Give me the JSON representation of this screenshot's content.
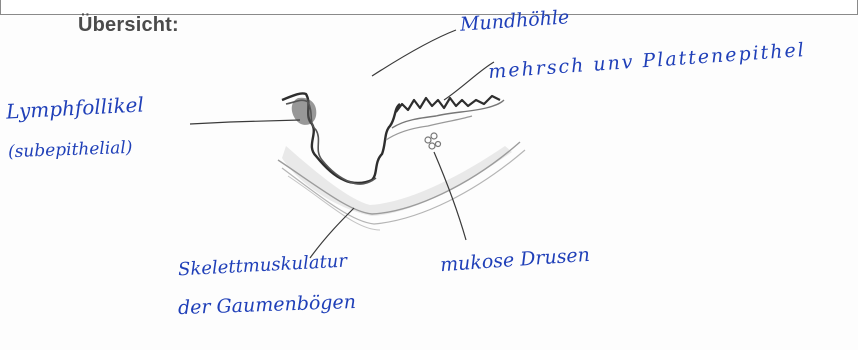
{
  "heading": "Übersicht:",
  "annotations": {
    "mundhoehle": "Mundhöhle",
    "plattenepithel": "mehrsch unv Plattenepithel",
    "lymphfollikel": "Lymphfollikel",
    "subepithelial": "(subepithelial)",
    "skelettmuskulatur": "Skelettmuskulatur",
    "gaumenboegen": "der Gaumenbögen",
    "druesen": "mukose Drusen"
  },
  "colors": {
    "ink": "#1f3fb8",
    "pencil": "#3a3a3a",
    "heading": "#4b4b4b"
  }
}
